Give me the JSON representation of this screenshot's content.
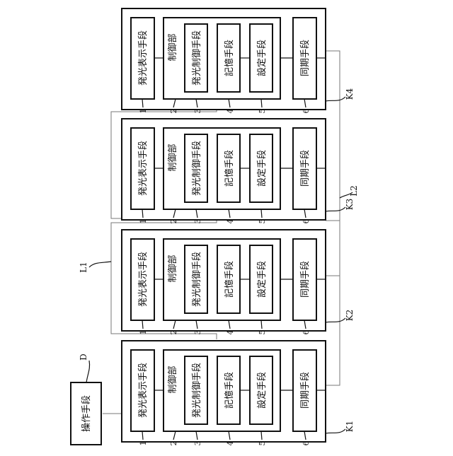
{
  "operation": {
    "label": "操作手段",
    "ref": "D"
  },
  "units": [
    {
      "id": "K4",
      "emit": "発光表示手段",
      "ctrl": "制御部",
      "ctrl_sub": "発光制御手段",
      "mem": "記憶手段",
      "set": "設定手段",
      "sync": "同期手段",
      "refs": [
        "1",
        "2",
        "3",
        "4",
        "5",
        "6"
      ]
    },
    {
      "id": "K3",
      "emit": "発光表示手段",
      "ctrl": "制御部",
      "ctrl_sub": "発光制御手段",
      "mem": "記憶手段",
      "set": "設定手段",
      "sync": "同期手段",
      "refs": [
        "1",
        "2",
        "3",
        "4",
        "5",
        "6"
      ]
    },
    {
      "id": "K2",
      "emit": "発光表示手段",
      "ctrl": "制御部",
      "ctrl_sub": "発光制御手段",
      "mem": "記憶手段",
      "set": "設定手段",
      "sync": "同期手段",
      "refs": [
        "1",
        "2",
        "3",
        "4",
        "5",
        "6"
      ]
    },
    {
      "id": "K1",
      "emit": "発光表示手段",
      "ctrl": "制御部",
      "ctrl_sub": "発光制御手段",
      "mem": "記憶手段",
      "set": "設定手段",
      "sync": "同期手段",
      "refs": [
        "1",
        "2",
        "3",
        "4",
        "5",
        "6"
      ]
    }
  ],
  "lines": {
    "l1": "L1",
    "l2": "L2"
  }
}
